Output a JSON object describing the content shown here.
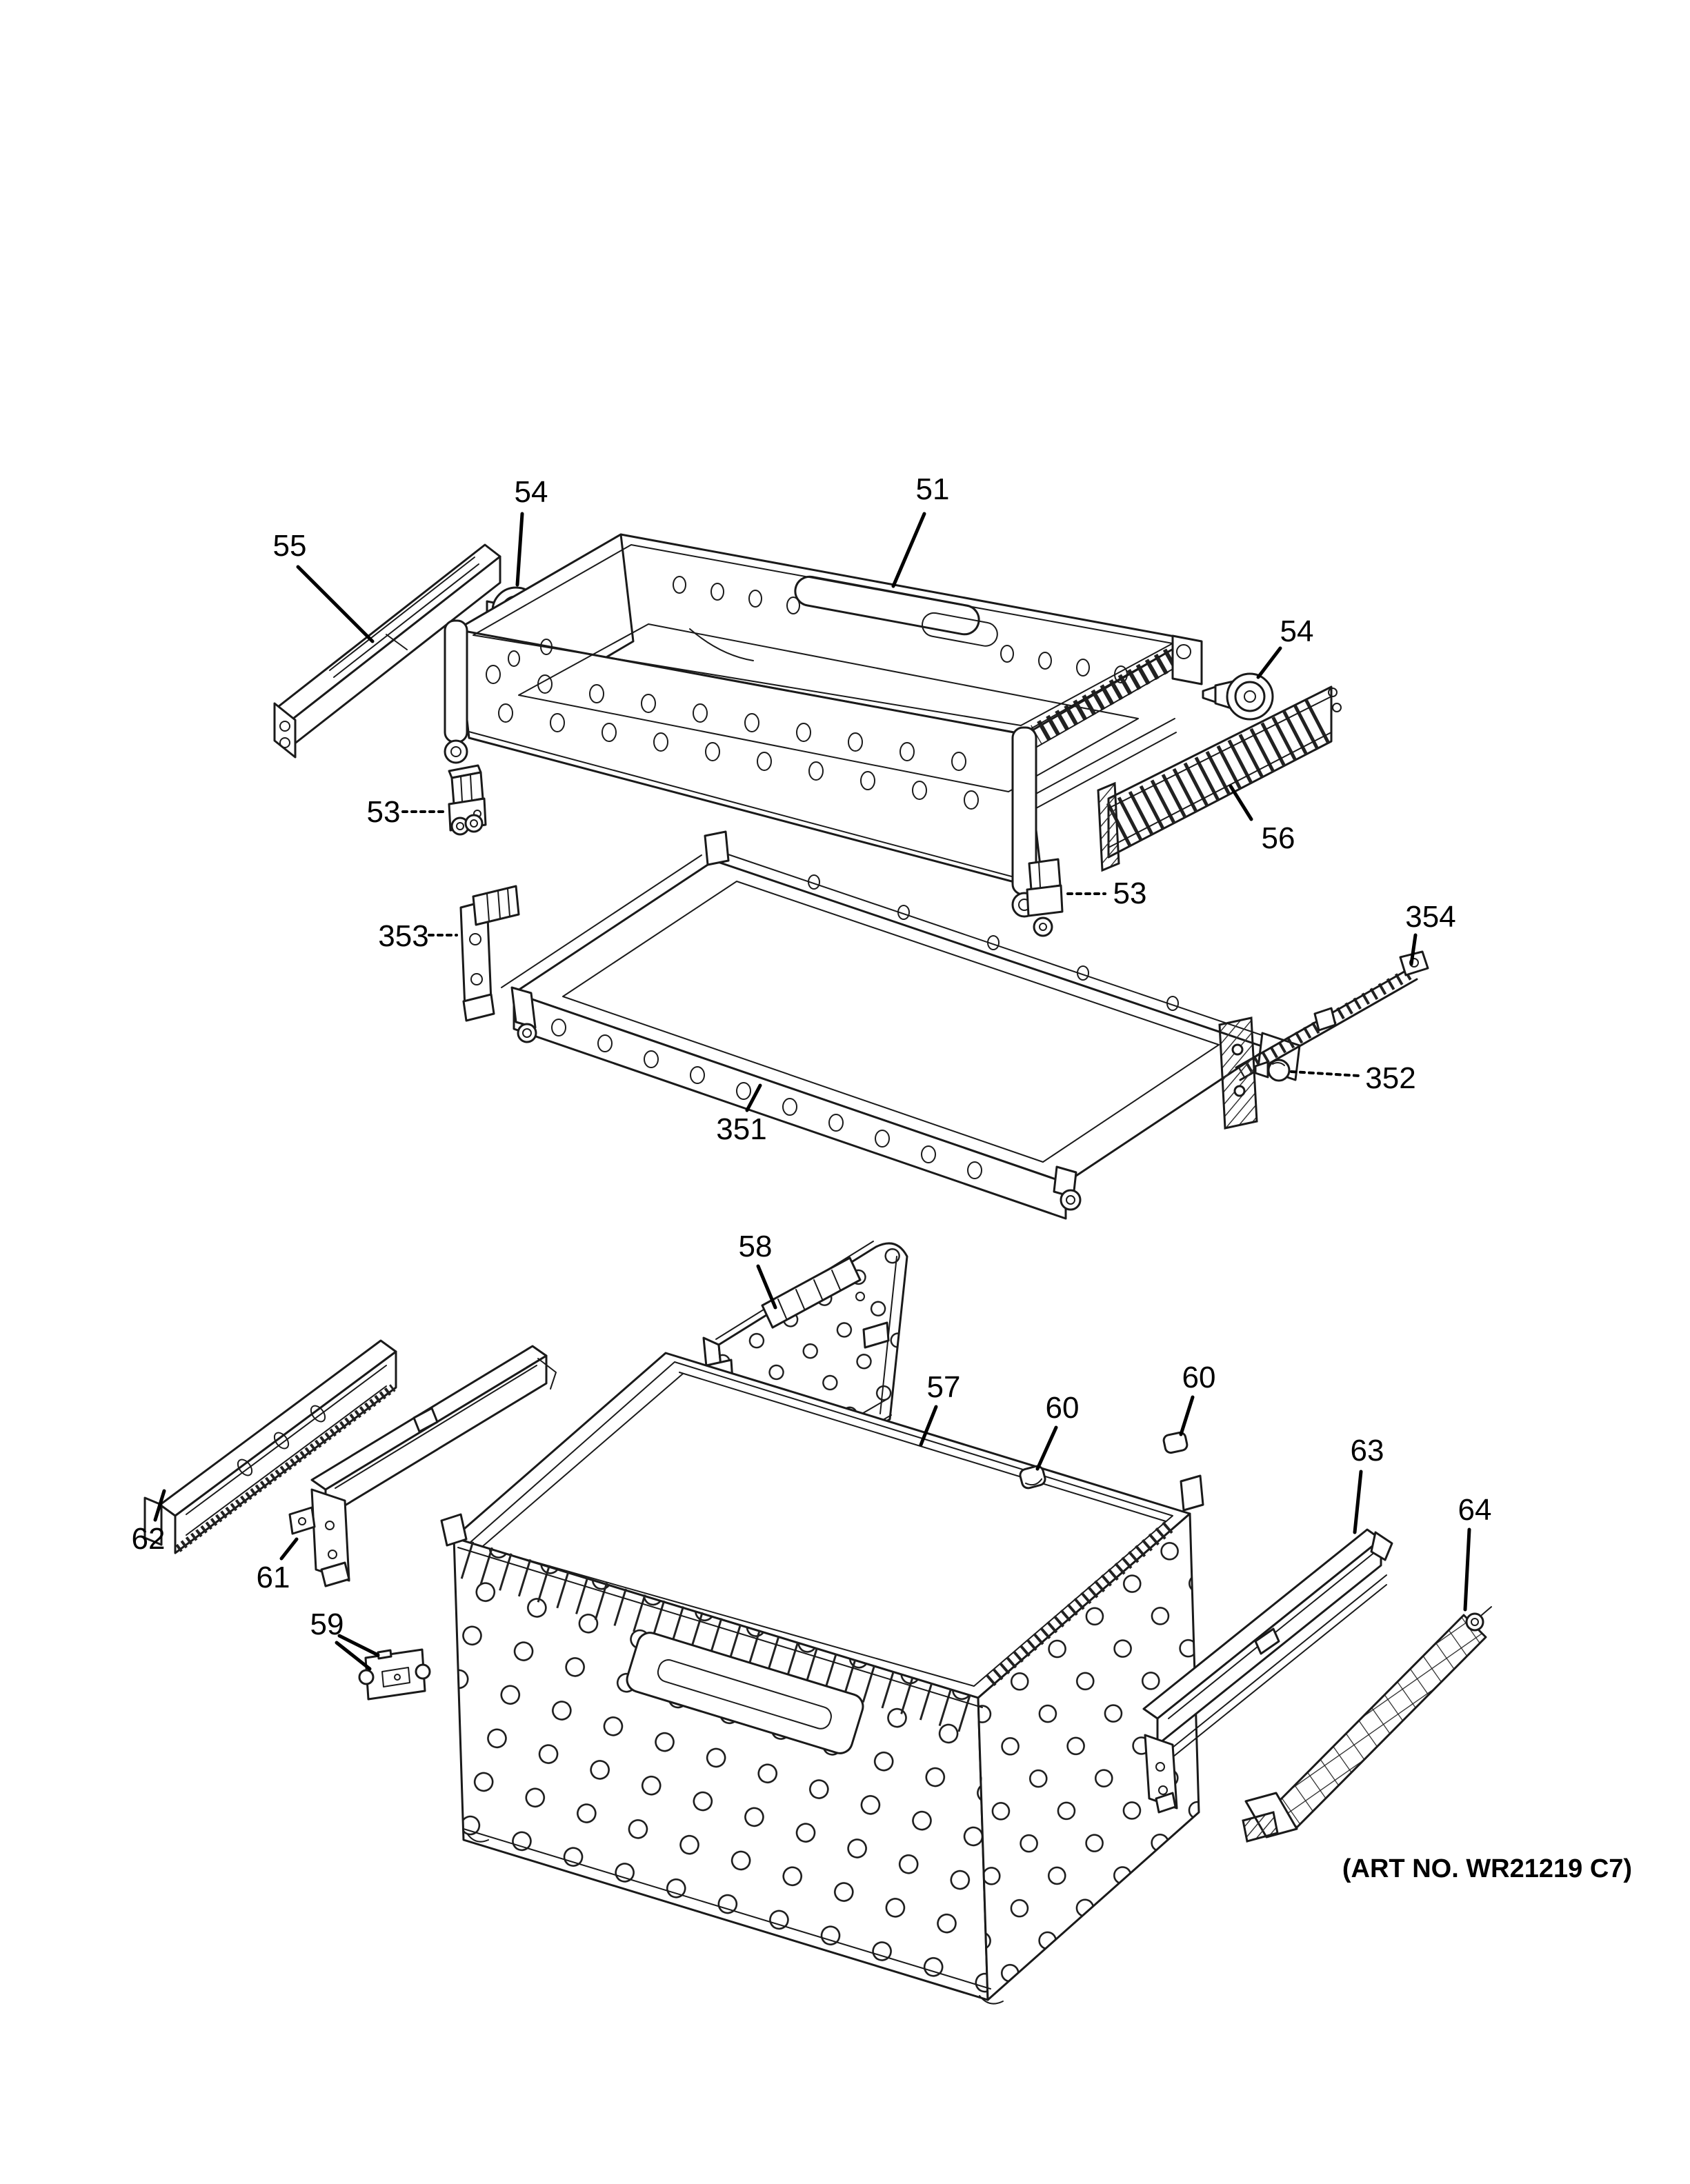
{
  "figure": {
    "art_no": "(ART NO. WR21219 C7)",
    "background": "#ffffff",
    "line_color": "#1a1a1a",
    "callouts": [
      {
        "id": "54-top-left",
        "label": "54"
      },
      {
        "id": "55",
        "label": "55"
      },
      {
        "id": "51",
        "label": "51"
      },
      {
        "id": "54-right",
        "label": "54"
      },
      {
        "id": "53-left",
        "label": "53"
      },
      {
        "id": "56",
        "label": "56"
      },
      {
        "id": "53-right",
        "label": "53"
      },
      {
        "id": "353",
        "label": "353"
      },
      {
        "id": "354",
        "label": "354"
      },
      {
        "id": "352",
        "label": "352"
      },
      {
        "id": "351",
        "label": "351"
      },
      {
        "id": "58",
        "label": "58"
      },
      {
        "id": "57",
        "label": "57"
      },
      {
        "id": "60-center",
        "label": "60"
      },
      {
        "id": "60-right",
        "label": "60"
      },
      {
        "id": "63",
        "label": "63"
      },
      {
        "id": "64",
        "label": "64"
      },
      {
        "id": "62",
        "label": "62"
      },
      {
        "id": "61",
        "label": "61"
      },
      {
        "id": "59",
        "label": "59"
      }
    ]
  }
}
